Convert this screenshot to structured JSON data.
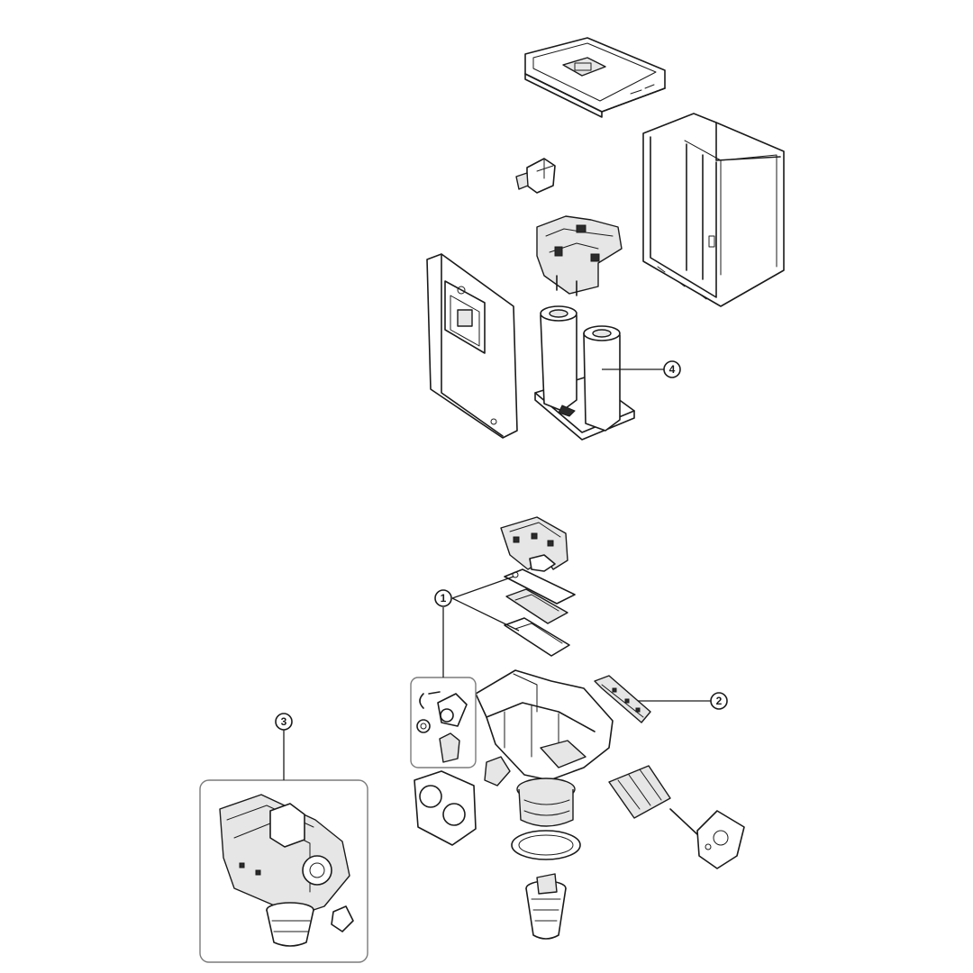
{
  "callouts": [
    {
      "id": "c1",
      "label": "1"
    },
    {
      "id": "c2",
      "label": "2"
    },
    {
      "id": "c3",
      "label": "3"
    },
    {
      "id": "c4",
      "label": "4"
    }
  ]
}
